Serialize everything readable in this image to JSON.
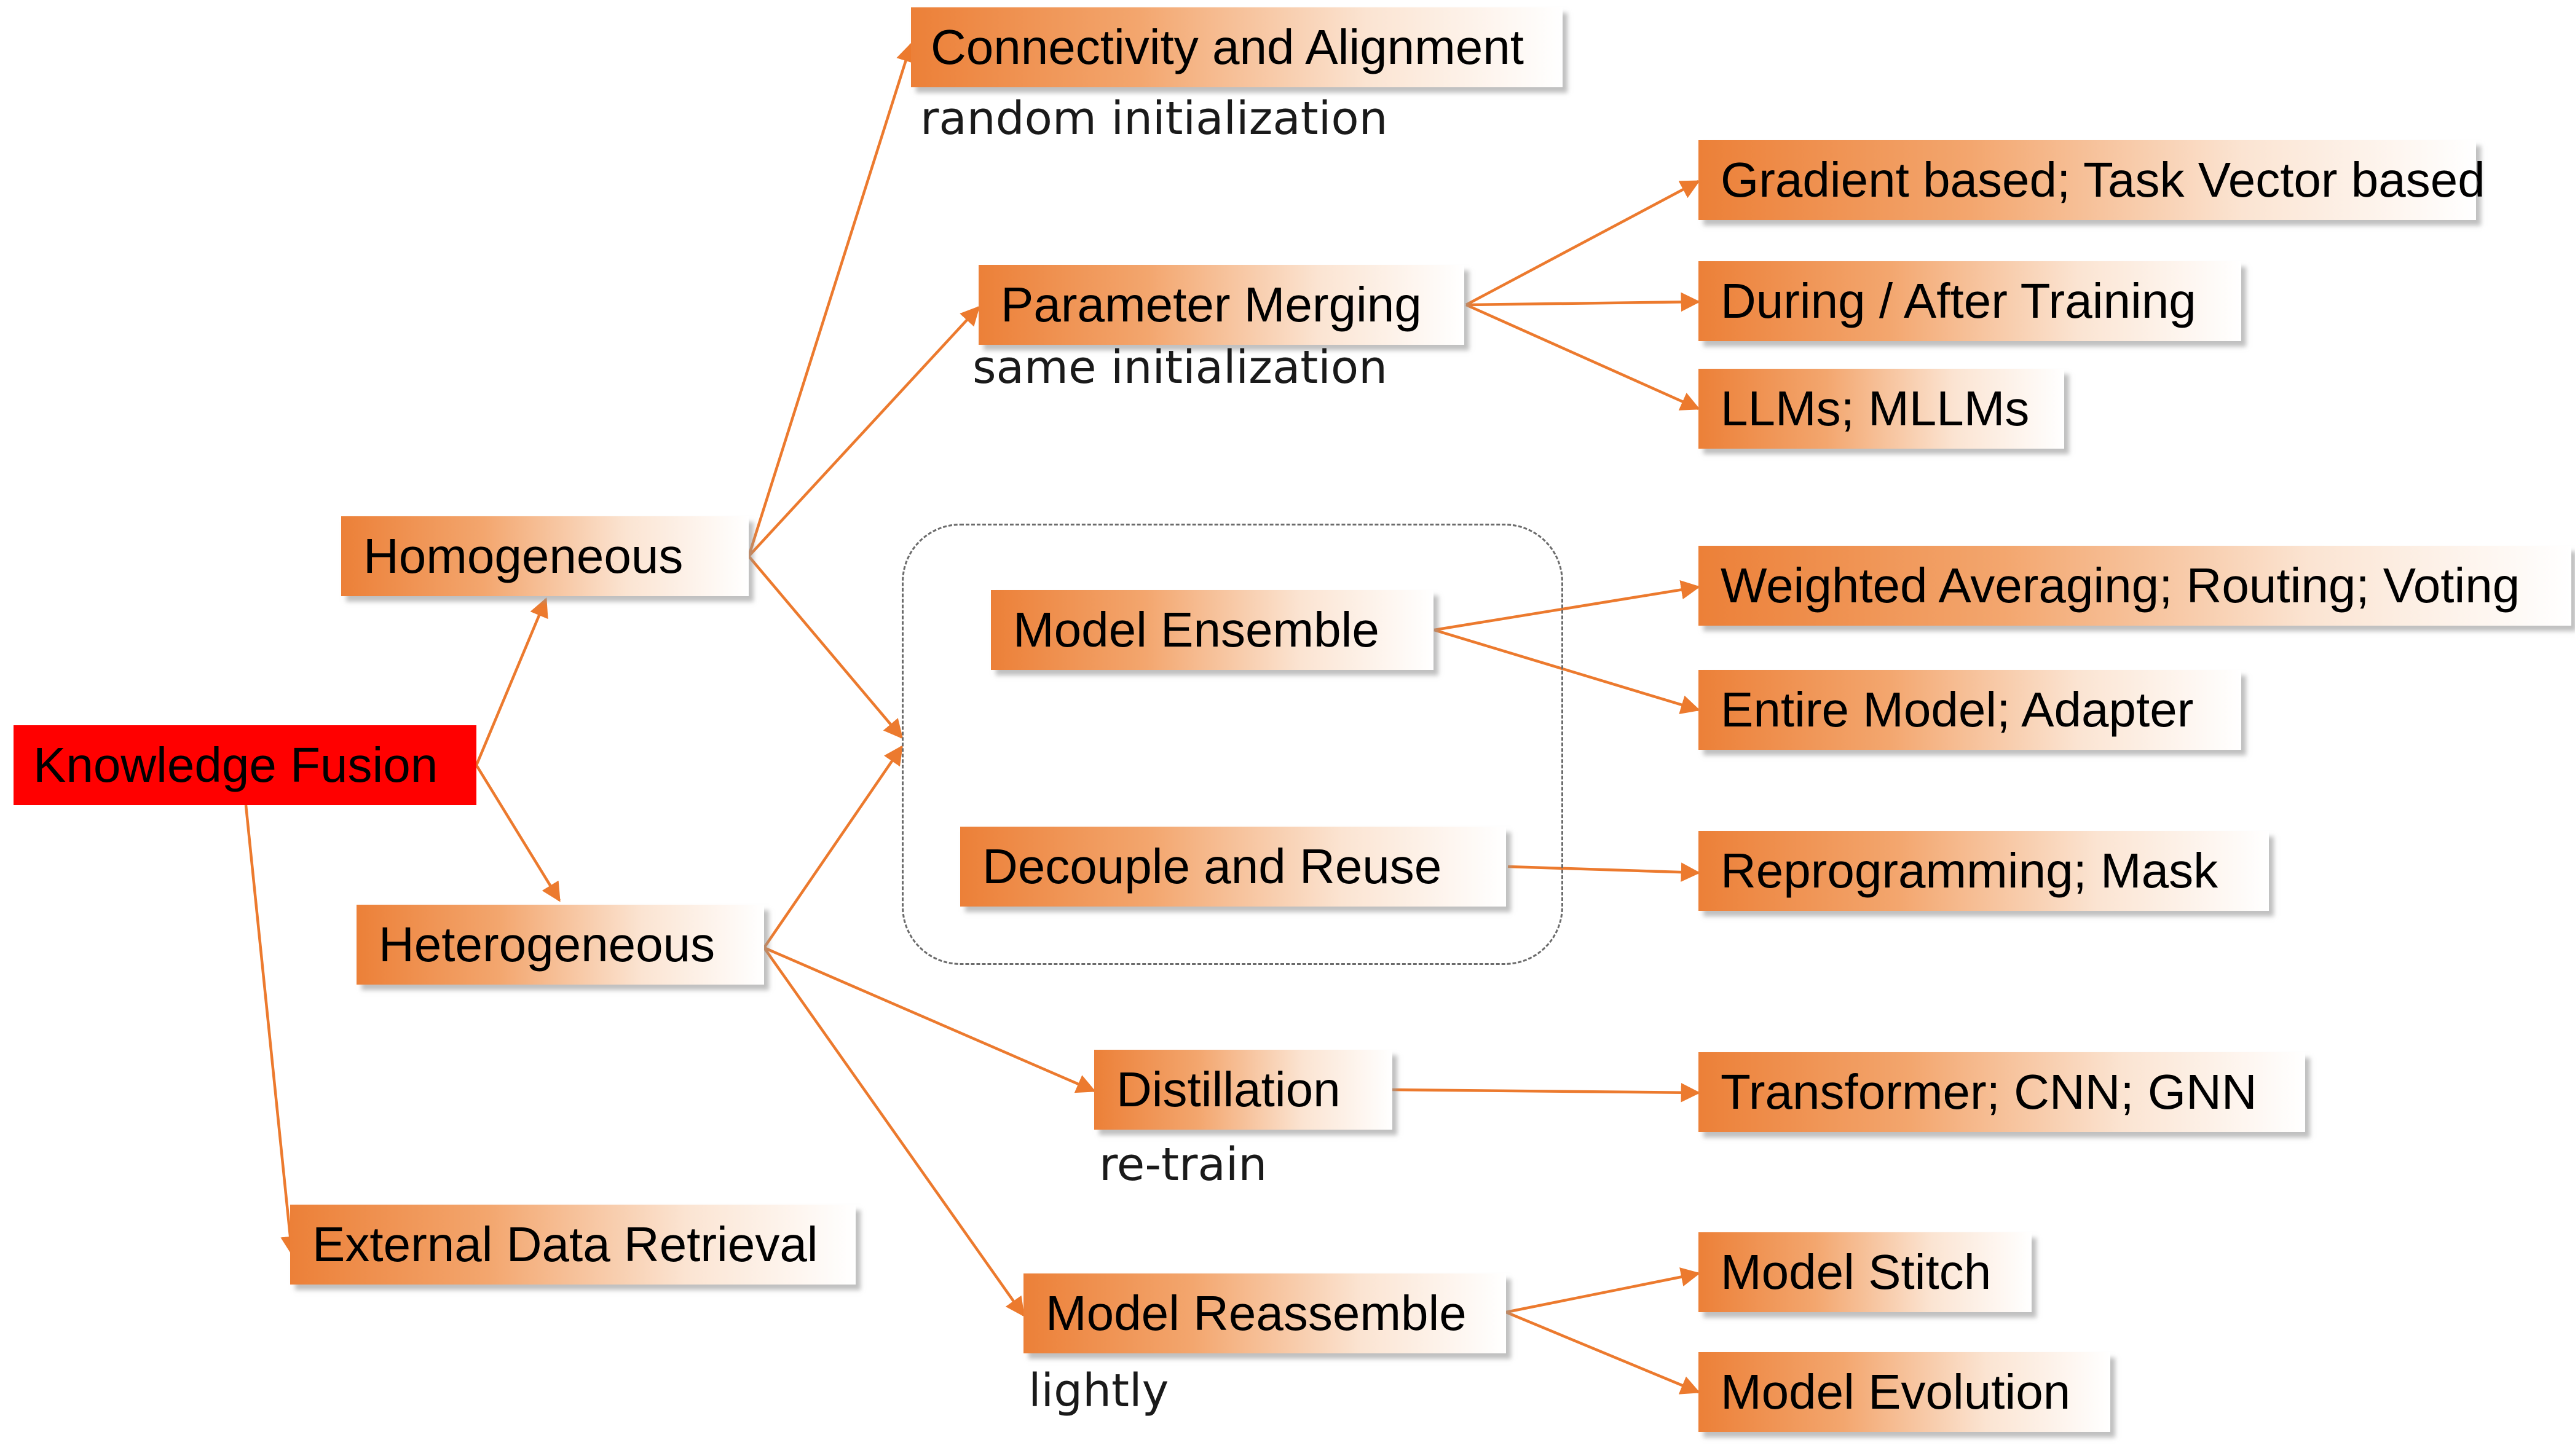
{
  "colors": {
    "accent": "#ec8038",
    "root": "#ff0000",
    "edge": "#ec7a2e"
  },
  "nodes": {
    "root": "Knowledge Fusion",
    "homogeneous": "Homogeneous",
    "heterogeneous": "Heterogeneous",
    "external": "External Data Retrieval",
    "connectivity": "Connectivity and Alignment",
    "param_merging": "Parameter Merging",
    "ensemble": "Model Ensemble",
    "decouple": "Decouple and Reuse",
    "distillation": "Distillation",
    "reassemble": "Model Reassemble",
    "gradient": "Gradient based; Task Vector based",
    "during": "During / After Training",
    "llms": "LLMs; MLLMs",
    "weighted": "Weighted Averaging; Routing; Voting",
    "entire": "Entire Model; Adapter",
    "reprogramming": "Reprogramming; Mask",
    "transformer": "Transformer; CNN; GNN",
    "stitch": "Model Stitch",
    "evolution": "Model Evolution"
  },
  "notes": {
    "random_init": "random initialization",
    "same_init": "same initialization",
    "retrain": "re-train",
    "lightly": "lightly"
  }
}
